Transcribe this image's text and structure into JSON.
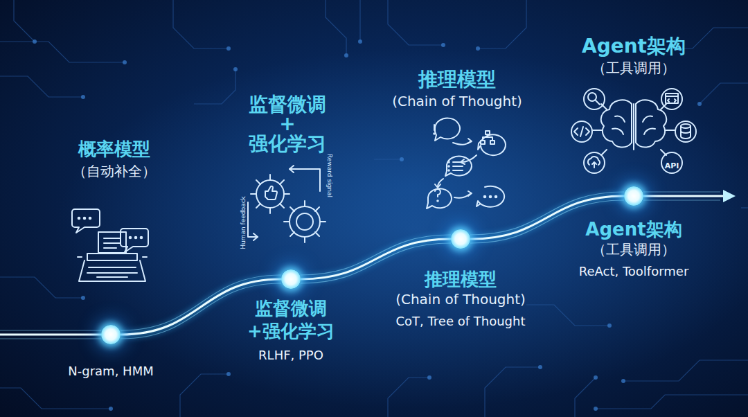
{
  "diagram": {
    "nodes": [
      {
        "text": [
          "N-gram, HMM"
        ]
      },
      {
        "text": [
          "监督微调",
          "+强化学习",
          "RLHF, PPO"
        ]
      },
      {
        "text": [
          "推理模型",
          "(Chain of Thought)",
          "CoT, Tree of Thought"
        ]
      },
      {
        "text": [
          "Agent架构",
          "（工具调用）",
          "ReAct, Toolformer"
        ]
      }
    ],
    "edges": [
      {
        "from": 0,
        "to": 1,
        "arrow": "none"
      },
      {
        "from": 1,
        "to": 2,
        "arrow": "none"
      },
      {
        "from": 2,
        "to": 3,
        "arrow": "none"
      }
    ],
    "labels": [
      "概率模型",
      "（自动补全）",
      "监督微调",
      "+",
      "强化学习",
      "推理模型",
      "(Chain of Thought)",
      "Agent架构",
      "（工具调用）",
      "Human feedback",
      "Reward signal",
      "API"
    ]
  }
}
